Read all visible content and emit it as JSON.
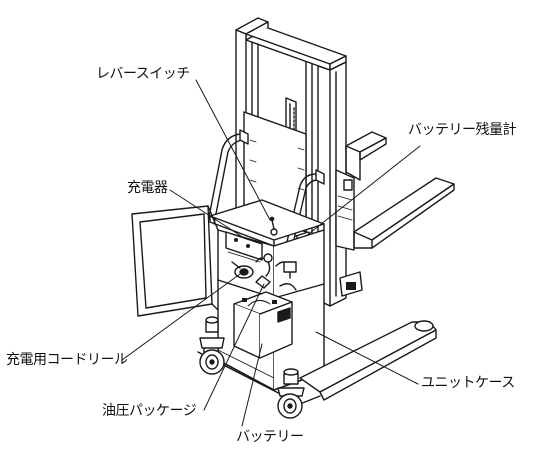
{
  "callouts": {
    "lever_switch": "レバースイッチ",
    "battery_meter": "バッテリー残量計",
    "charger": "充電器",
    "charging_cord_reel": "充電用コードリール",
    "unit_case": "ユニットケース",
    "hydraulic_package": "油圧パッケージ",
    "battery": "バッテリー"
  },
  "colors": {
    "line": "#1a1a1a",
    "fill": "#ffffff",
    "shade": "#d8d8d8"
  }
}
